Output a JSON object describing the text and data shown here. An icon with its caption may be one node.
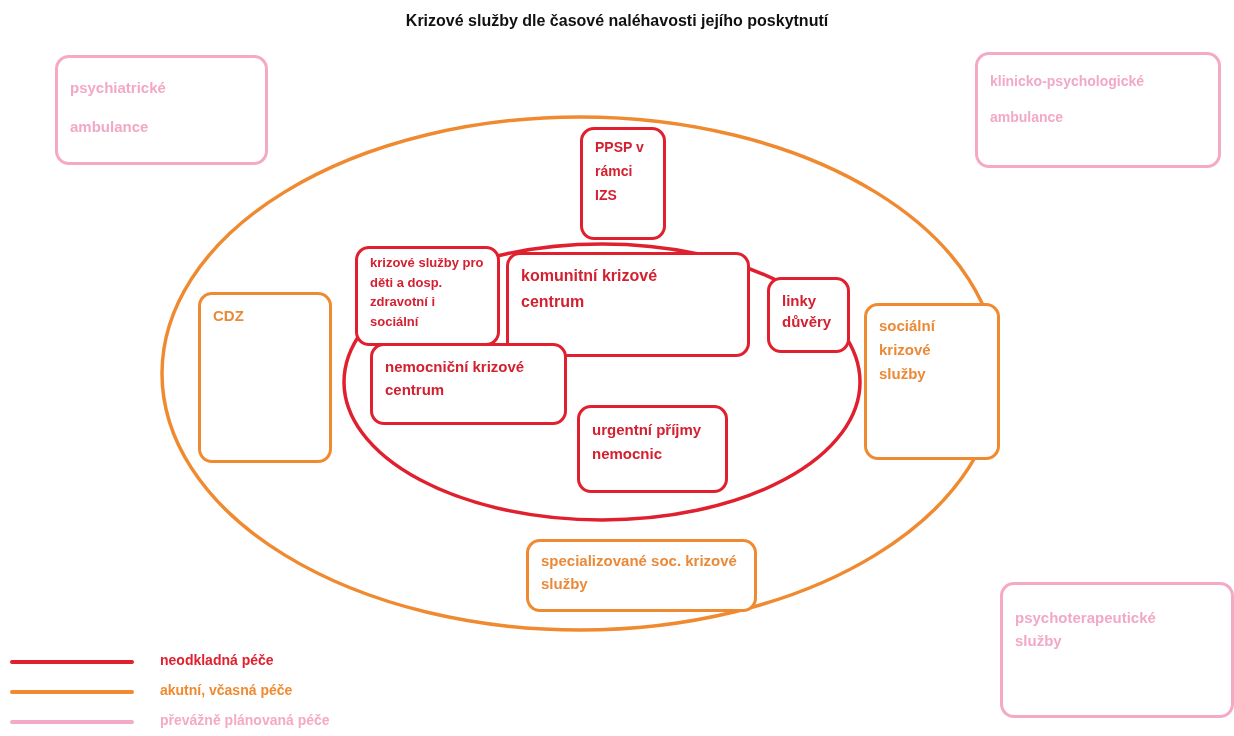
{
  "diagram": {
    "title": "Krizové služby dle časové naléhavosti jejího poskytnutí",
    "nodes": [
      {
        "text": [
          "psychiatrické ambulance"
        ]
      },
      {
        "text": [
          "klinicko-psychologické ambulance"
        ]
      },
      {
        "text": [],
        "shape": "ellipse"
      },
      {
        "text": [
          "PPSP v rámci IZS"
        ],
        "in": 2
      },
      {
        "text": [],
        "shape": "ellipse",
        "in": 2
      },
      {
        "text": [
          "krizové služby pro děti a dosp. zdravotní i sociální"
        ],
        "in": 4
      },
      {
        "text": [
          "komunitní krizové centrum"
        ],
        "in": 4
      },
      {
        "text": [
          "linky důvěry"
        ],
        "in": 4
      },
      {
        "text": [
          "CDZ"
        ],
        "in": 2
      },
      {
        "text": [
          "sociální krizové služby"
        ],
        "in": 2
      },
      {
        "text": [
          "nemocniční krizové centrum"
        ],
        "in": 4
      },
      {
        "text": [
          "urgentní příjmy nemocnic"
        ],
        "in": 4
      },
      {
        "text": [
          "specializované soc. krizové služby"
        ],
        "in": 2
      },
      {
        "text": [
          "psychoterapeutické služby"
        ]
      }
    ],
    "edges": [],
    "legend": [
      {
        "text": "neodkladná péče",
        "color": "#e0202e"
      },
      {
        "text": "akutní, včasná péče",
        "color": "#f08a30"
      },
      {
        "text": "převážně plánovaná péče",
        "color": "#f4a9c6"
      }
    ]
  }
}
